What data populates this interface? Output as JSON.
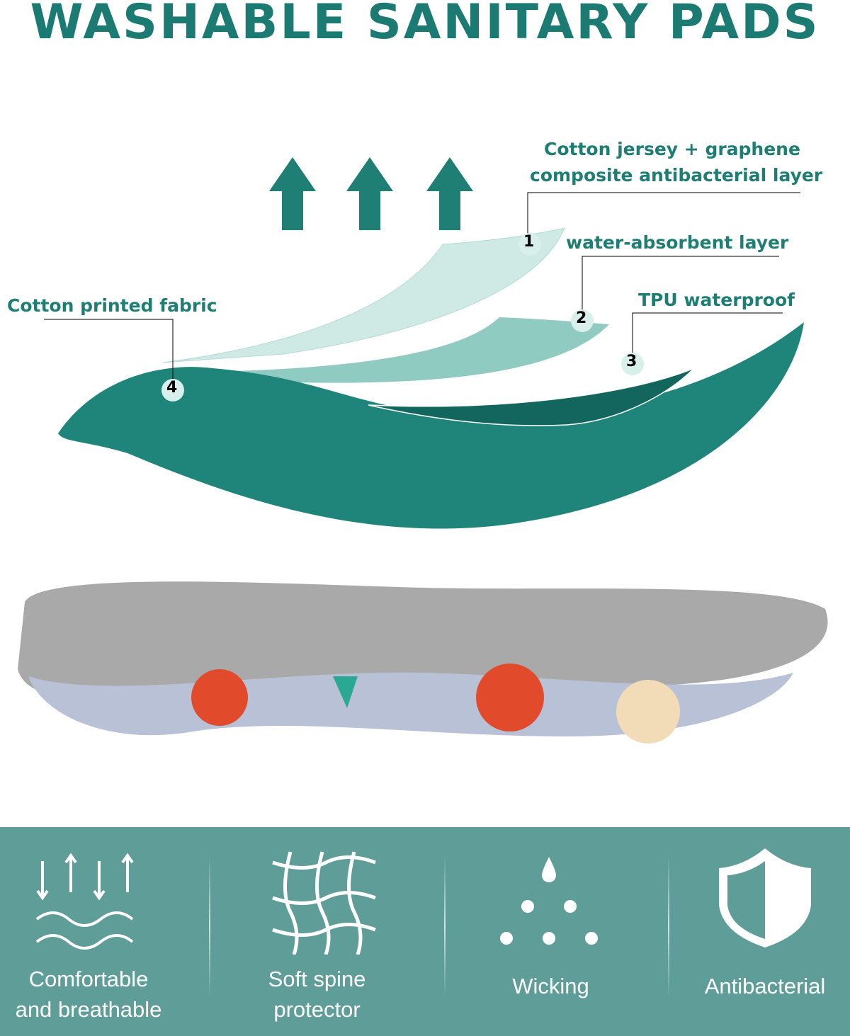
{
  "title": "WASHABLE SANITARY PADS",
  "layers": [
    {
      "number": "1",
      "label_line1": "Cotton jersey + graphene",
      "label_line2": "composite antibacterial layer"
    },
    {
      "number": "2",
      "label": "water-absorbent layer"
    },
    {
      "number": "3",
      "label": "TPU waterproof"
    },
    {
      "number": "4",
      "label": "Cotton printed fabric"
    }
  ],
  "features": [
    {
      "icon": "breathable-arrows-waves-icon",
      "line1": "Comfortable",
      "line2": "and breathable"
    },
    {
      "icon": "fiber-mesh-icon",
      "line1": "Soft spine",
      "line2": "protector"
    },
    {
      "icon": "droplet-dots-icon",
      "line1": "Wicking"
    },
    {
      "icon": "shield-icon",
      "line1": "Antibacterial"
    }
  ],
  "colors": {
    "brand": "#1b7b72",
    "panel": "#5f9e98",
    "layer_dark": "#1f857a"
  }
}
